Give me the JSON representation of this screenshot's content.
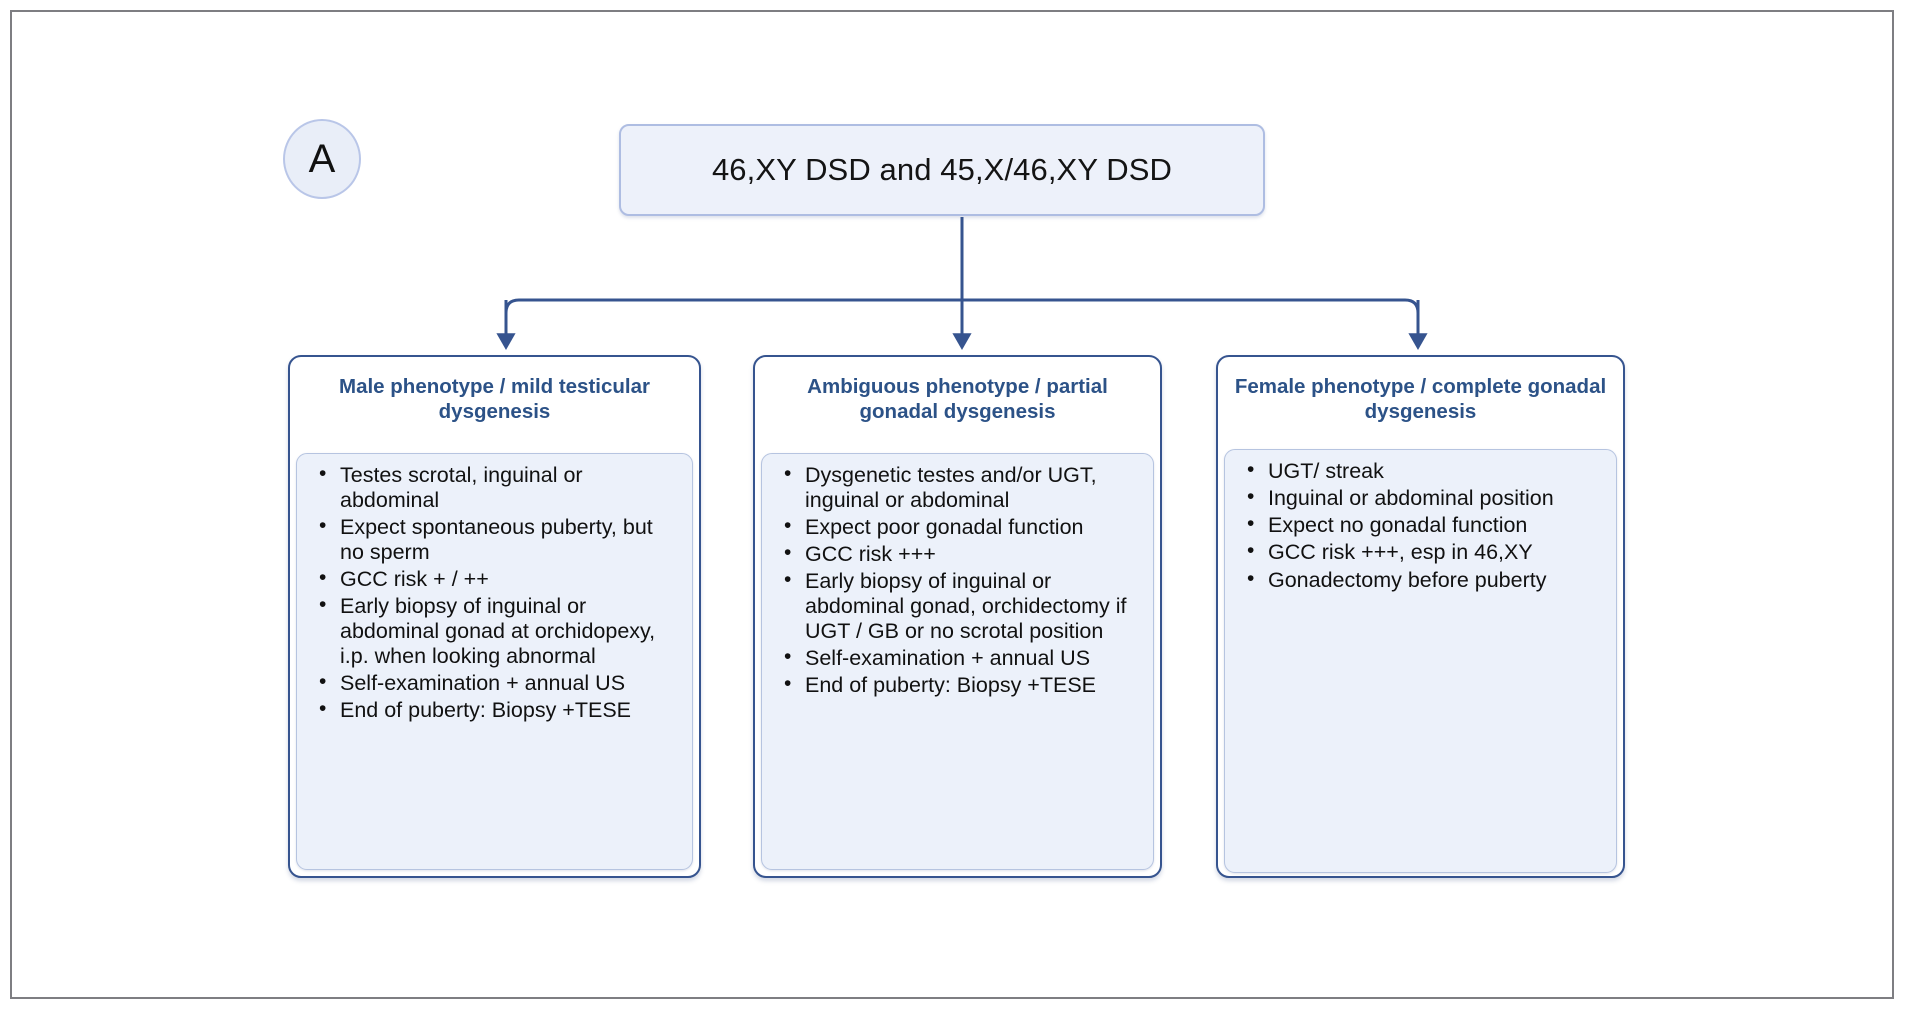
{
  "figure": {
    "panel_letter": "A",
    "title": "46,XY DSD and 45,X/46,XY DSD",
    "accent_color": "#36548f",
    "header_text_color": "#2c5287",
    "frame_color": "#7e7e82",
    "title_fill": "#edf1fa",
    "inner_fill": "#ecf1fa"
  },
  "columns": [
    {
      "header": "Male phenotype / mild testicular dysgenesis",
      "bullets": [
        "Testes scrotal, inguinal or abdominal",
        "Expect spontaneous puberty, but no sperm",
        "GCC risk + / ++",
        "Early biopsy of inguinal or abdominal gonad at orchidopexy, i.p. when looking abnormal",
        "Self-examination + annual US",
        "End of puberty: Biopsy +TESE"
      ]
    },
    {
      "header": "Ambiguous phenotype / partial gonadal dysgenesis",
      "bullets": [
        "Dysgenetic testes and/or UGT, inguinal or abdominal",
        "Expect poor gonadal function",
        "GCC risk +++",
        "Early biopsy of inguinal or abdominal gonad, orchidectomy if UGT / GB or no scrotal position",
        "Self-examination + annual US",
        "End of puberty: Biopsy +TESE"
      ]
    },
    {
      "header": "Female phenotype / complete gonadal dysgenesis",
      "bullets": [
        "UGT/ streak",
        "Inguinal or abdominal position",
        "Expect no gonadal function",
        "GCC risk +++, esp in 46,XY",
        "Gonadectomy before puberty"
      ]
    }
  ]
}
